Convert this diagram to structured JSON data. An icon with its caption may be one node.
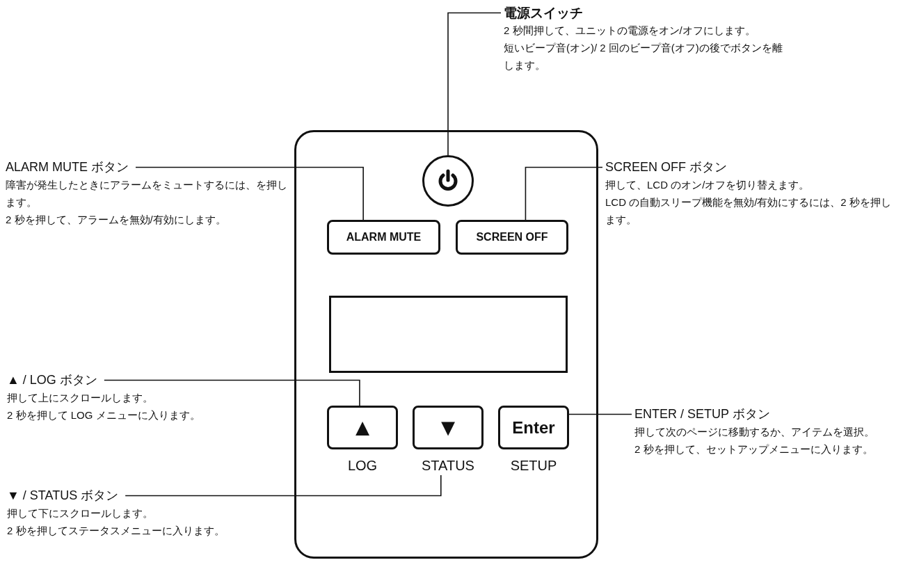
{
  "diagram": {
    "nodes": [
      {
        "text": [],
        "shape": "box"
      },
      {
        "text": [],
        "shape": "circle",
        "in": 0
      },
      {
        "text": [
          "ALARM MUTE"
        ],
        "in": 0
      },
      {
        "text": [
          "SCREEN OFF"
        ],
        "in": 0
      },
      {
        "text": [],
        "shape": "box",
        "in": 0
      },
      {
        "text": [
          "▲"
        ],
        "in": 0,
        "beside": [
          "LOG"
        ]
      },
      {
        "text": [
          "▼"
        ],
        "in": 0,
        "beside": [
          "STATUS"
        ]
      },
      {
        "text": [
          "Enter"
        ],
        "in": 0,
        "beside": [
          "SETUP"
        ]
      },
      {
        "text": [
          "電源スイッチ",
          "2 秒間押して、ユニットの電源をオン/オフにします。",
          "短いビープ音(オン)/ 2 回のビープ音(オフ)の後でボタンを離します。"
        ]
      },
      {
        "text": [
          "ALARM MUTE ボタン",
          "障害が発生したときにアラームをミュートするには、を押します。",
          "2 秒を押して、アラームを無効/有効にします。"
        ]
      },
      {
        "text": [
          "SCREEN OFF ボタン",
          "押して、LCD のオン/オフを切り替えます。",
          "LCD の自動スリープ機能を無効/有効にするには、2 秒を押します。"
        ]
      },
      {
        "text": [
          "▲ / LOG ボタン",
          "押して上にスクロールします。",
          "2 秒を押して LOG メニューに入ります。"
        ]
      },
      {
        "text": [
          "▼ / STATUS ボタン",
          "押して下にスクロールします。",
          "2 秒を押してステータスメニューに入ります。"
        ]
      },
      {
        "text": [
          "ENTER / SETUP ボタン",
          "押して次のページに移動するか、アイテムを選択。",
          "2 秒を押して、セットアップメニューに入ります。"
        ]
      }
    ],
    "edges": [
      {
        "from": 8,
        "to": 1,
        "arrow": "none"
      },
      {
        "from": 9,
        "to": 2,
        "arrow": "none"
      },
      {
        "from": 10,
        "to": 3,
        "arrow": "none"
      },
      {
        "from": 11,
        "to": 5,
        "arrow": "none"
      },
      {
        "from": 12,
        "to": 6,
        "arrow": "none"
      },
      {
        "from": 13,
        "to": 7,
        "arrow": "none"
      }
    ]
  }
}
